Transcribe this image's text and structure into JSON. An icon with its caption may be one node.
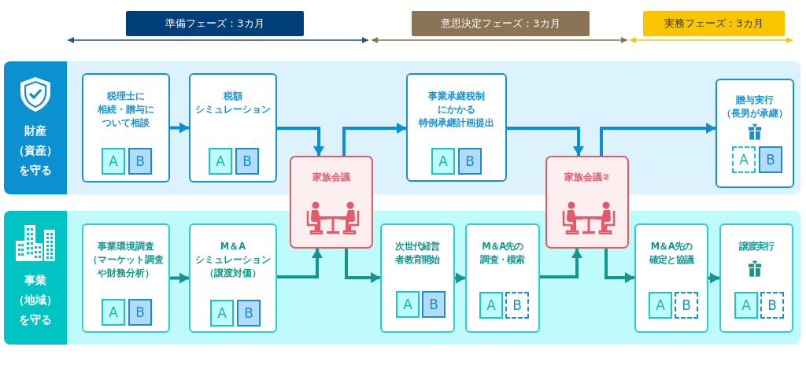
{
  "diagram": {
    "nodes": [
      {
        "text": [
          "準備フェーズ：3カ月"
        ]
      },
      {
        "text": [
          "意思決定フェーズ：3カ月"
        ]
      },
      {
        "text": [
          "実務フェーズ：3カ月"
        ]
      },
      {
        "text": [
          "財産（資産）を守る"
        ]
      },
      {
        "text": [
          "税理士に相続・贈与について相談"
        ],
        "in": 3
      },
      {
        "text": [
          "A"
        ],
        "in": 4
      },
      {
        "text": [
          "B"
        ],
        "in": 4
      },
      {
        "text": [
          "税額シミュレーション"
        ],
        "in": 3
      },
      {
        "text": [
          "A"
        ],
        "in": 7
      },
      {
        "text": [
          "B"
        ],
        "in": 7
      },
      {
        "text": [
          "家族会議"
        ]
      },
      {
        "text": [
          "事業承継税制にかかる特例承継計画提出"
        ],
        "in": 3
      },
      {
        "text": [
          "A"
        ],
        "in": 11
      },
      {
        "text": [
          "B"
        ],
        "in": 11
      },
      {
        "text": [
          "家族会議②"
        ]
      },
      {
        "text": [
          "贈与実行（長男が承継）"
        ],
        "in": 3
      },
      {
        "text": [
          "A"
        ],
        "in": 15
      },
      {
        "text": [
          "B"
        ],
        "in": 15
      },
      {
        "text": [
          "事業（地域）を守る"
        ]
      },
      {
        "text": [
          "事業環境調査（マーケット調査や財務分析）"
        ],
        "in": 18
      },
      {
        "text": [
          "A"
        ],
        "in": 19
      },
      {
        "text": [
          "B"
        ],
        "in": 19
      },
      {
        "text": [
          "M＆Aシミュレーション（譲渡対価）"
        ],
        "in": 18
      },
      {
        "text": [
          "A"
        ],
        "in": 22
      },
      {
        "text": [
          "B"
        ],
        "in": 22
      },
      {
        "text": [
          "次世代経営者教育開始"
        ],
        "in": 18
      },
      {
        "text": [
          "A"
        ],
        "in": 25
      },
      {
        "text": [
          "B"
        ],
        "in": 25
      },
      {
        "text": [
          "M＆A先の調査・模索"
        ],
        "in": 18
      },
      {
        "text": [
          "A"
        ],
        "in": 28
      },
      {
        "text": [
          "B"
        ],
        "in": 28
      },
      {
        "text": [
          "M＆A先の確定と協議"
        ],
        "in": 18
      },
      {
        "text": [
          "A"
        ],
        "in": 31
      },
      {
        "text": [
          "B"
        ],
        "in": 31
      },
      {
        "text": [
          "譲渡実行"
        ],
        "in": 18
      },
      {
        "text": [
          "A"
        ],
        "in": 34
      },
      {
        "text": [
          "B"
        ],
        "in": 34
      }
    ],
    "edges": [
      {
        "from": 4,
        "to": 7,
        "arrow": "to",
        "color": "#0b8fd3"
      },
      {
        "from": 7,
        "to": 10,
        "arrow": "to",
        "color": "#0b8fd3"
      },
      {
        "from": 10,
        "to": 11,
        "arrow": "to",
        "color": "#0b8fd3"
      },
      {
        "from": 11,
        "to": 14,
        "arrow": "to",
        "color": "#0b8fd3"
      },
      {
        "from": 14,
        "to": 15,
        "arrow": "to",
        "color": "#0b8fd3"
      },
      {
        "from": 19,
        "to": 22,
        "arrow": "to"
      },
      {
        "from": 22,
        "to": 10,
        "arrow": "to"
      },
      {
        "from": 10,
        "to": 25,
        "arrow": "to"
      },
      {
        "from": 25,
        "to": 28,
        "arrow": "to"
      },
      {
        "from": 28,
        "to": 14,
        "arrow": "to"
      },
      {
        "from": 14,
        "to": 31,
        "arrow": "to"
      },
      {
        "from": 31,
        "to": 34,
        "arrow": "to"
      }
    ]
  }
}
